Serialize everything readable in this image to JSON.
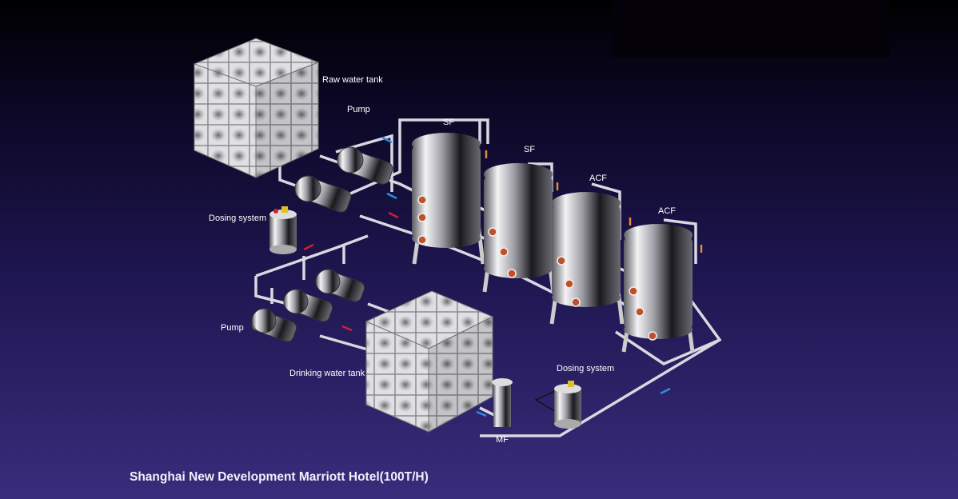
{
  "labels": {
    "raw_water_tank": "Raw water tank",
    "pump_top": "Pump",
    "sf1": "SF",
    "sf2": "SF",
    "acf1": "ACF",
    "acf2": "ACF",
    "dosing_left": "Dosing system",
    "pump_bottom": "Pump",
    "drinking_water_tank": "Drinking water tank",
    "dosing_right": "Dosing system",
    "mf": "MF"
  },
  "caption": "Shanghai New Development Marriott Hotel(100T/H)",
  "colors": {
    "pipe": "#d8d8e0",
    "flow_blue": "#2a8fe0",
    "flow_red": "#d02030",
    "valve": "#c0502a"
  }
}
